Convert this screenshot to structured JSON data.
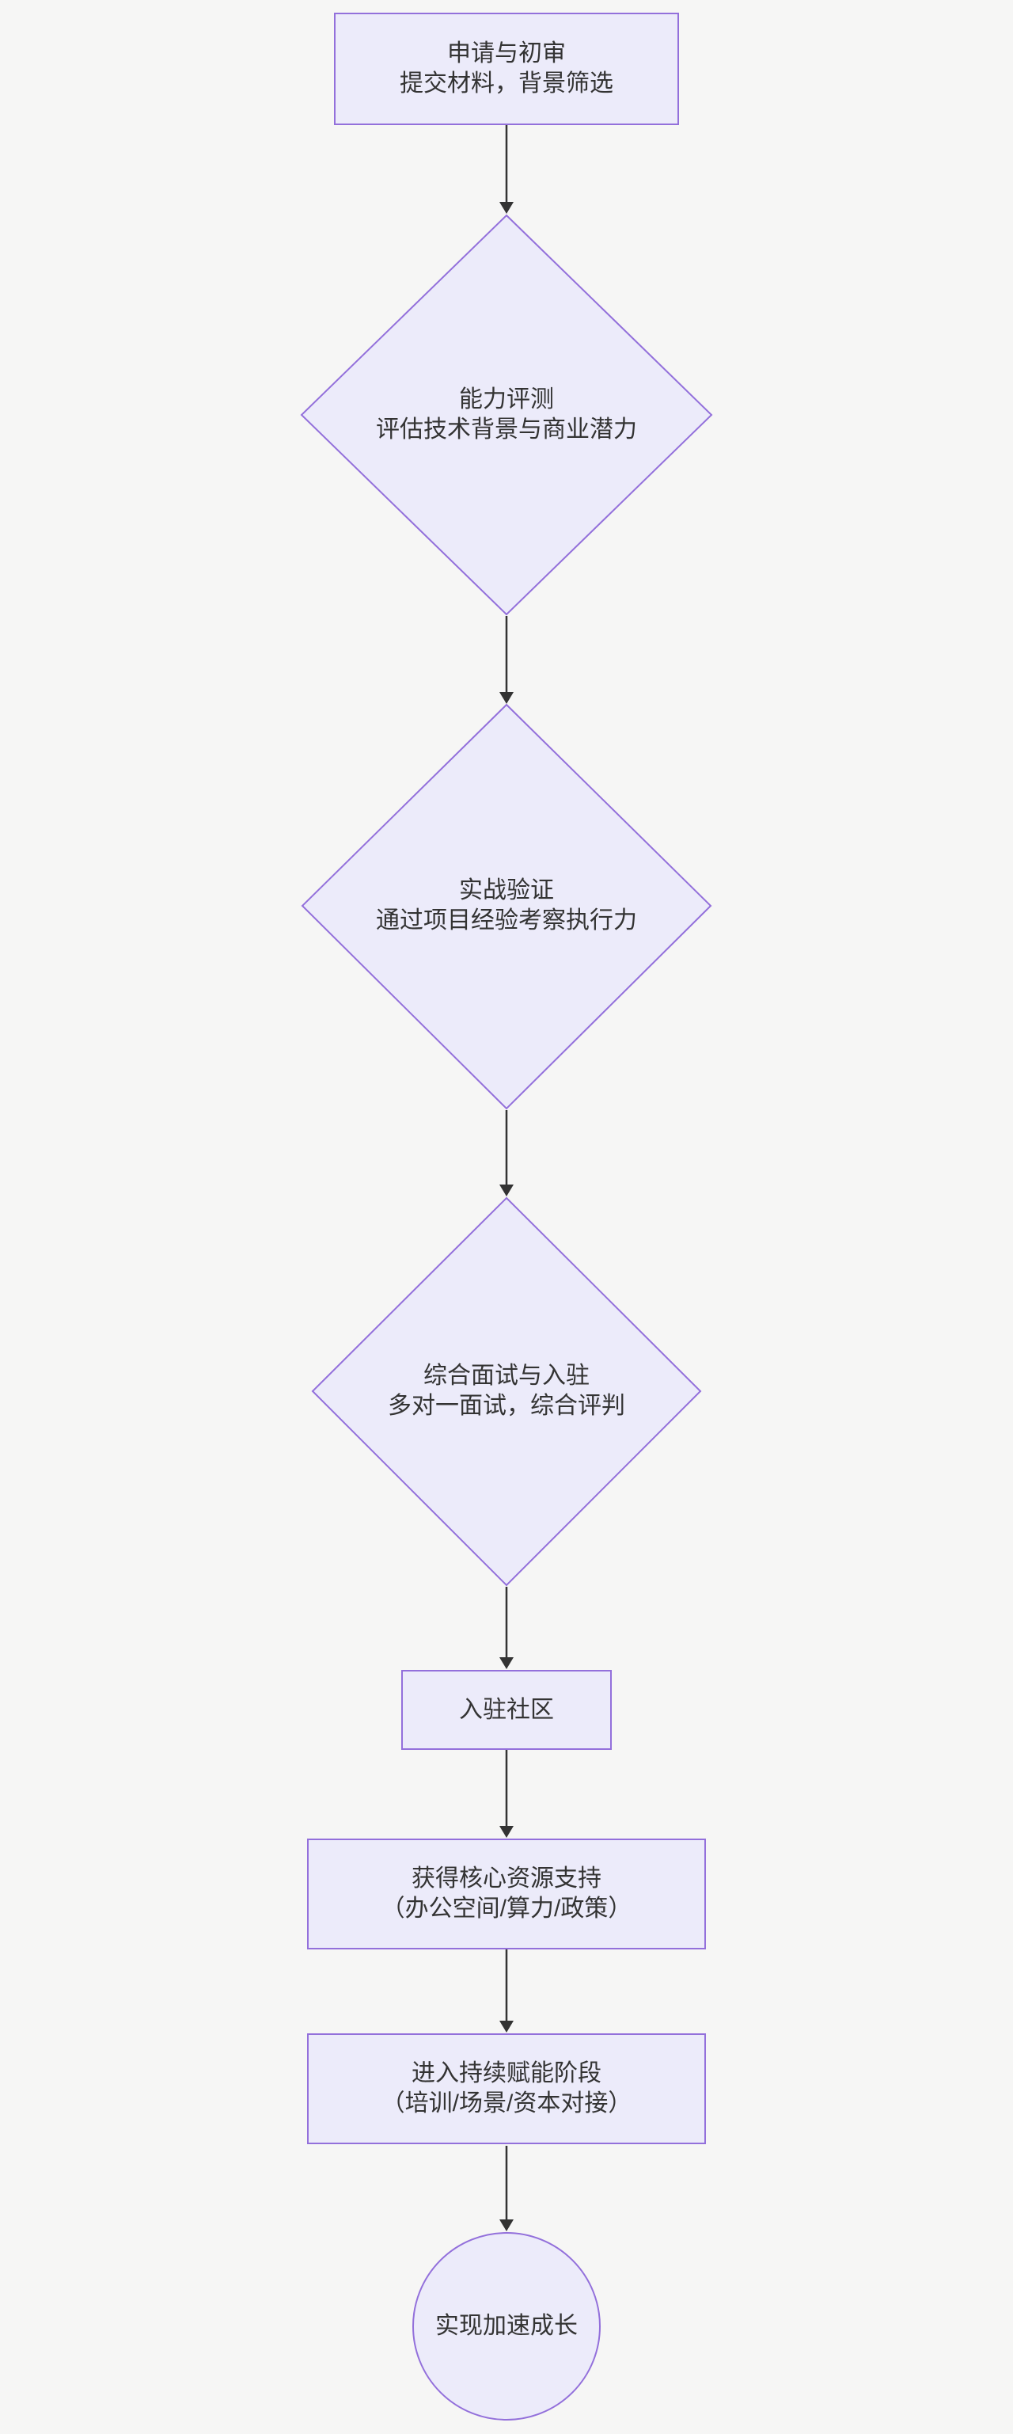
{
  "diagram": {
    "type": "flowchart",
    "direction": "top-down",
    "colors": {
      "background": "#f6f6f5",
      "node_fill": "#ecebfa",
      "node_border": "#9370db",
      "arrow_color": "#333333",
      "text_color": "#333333"
    },
    "nodes": [
      {
        "id": "apply",
        "shape": "rectangle",
        "line1": "申请与初审",
        "line2": "提交材料，背景筛选"
      },
      {
        "id": "capability",
        "shape": "diamond",
        "line1": "能力评测",
        "line2": "评估技术背景与商业潜力"
      },
      {
        "id": "practice",
        "shape": "diamond",
        "line1": "实战验证",
        "line2": "通过项目经验考察执行力"
      },
      {
        "id": "interview",
        "shape": "diamond",
        "line1": "综合面试与入驻",
        "line2": "多对一面试，综合评判"
      },
      {
        "id": "community",
        "shape": "rectangle",
        "line1": "入驻社区"
      },
      {
        "id": "resources",
        "shape": "rectangle",
        "line1": "获得核心资源支持",
        "line2": "（办公空间/算力/政策）"
      },
      {
        "id": "empower",
        "shape": "rectangle",
        "line1": "进入持续赋能阶段",
        "line2": "（培训/场景/资本对接）"
      },
      {
        "id": "growth",
        "shape": "circle",
        "line1": "实现加速成长"
      }
    ],
    "edges": [
      {
        "from": "apply",
        "to": "capability"
      },
      {
        "from": "capability",
        "to": "practice"
      },
      {
        "from": "practice",
        "to": "interview"
      },
      {
        "from": "interview",
        "to": "community"
      },
      {
        "from": "community",
        "to": "resources"
      },
      {
        "from": "resources",
        "to": "empower"
      },
      {
        "from": "empower",
        "to": "growth"
      }
    ]
  }
}
